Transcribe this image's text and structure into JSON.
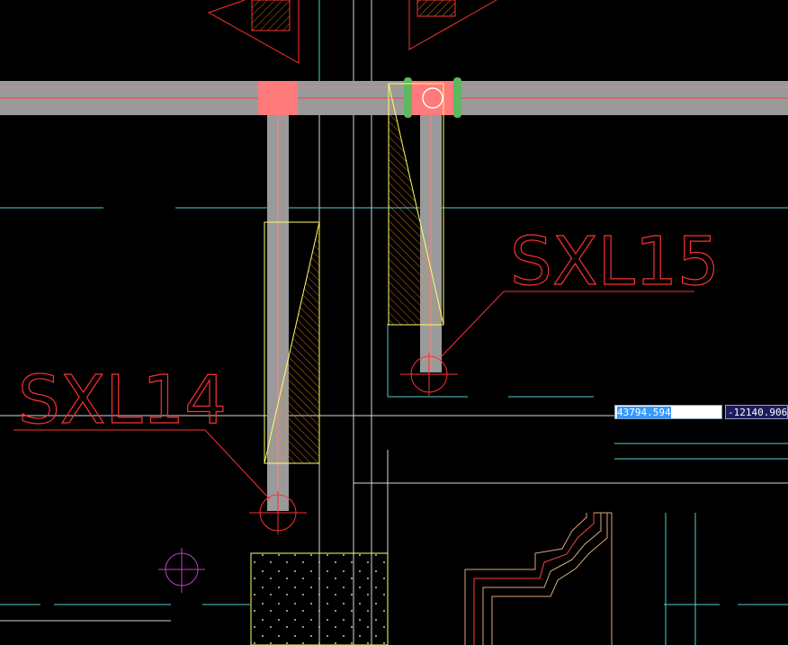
{
  "labels": {
    "sxl14": "SXL14",
    "sxl15": "SXL15"
  },
  "dynamic_input": {
    "x_value": "43794.594",
    "y_value": "-12140.906"
  },
  "colors": {
    "background": "#000000",
    "wall": "#9a9a9a",
    "axis_line": "#ff4040",
    "column_fill": "#ff7a7a",
    "grip": "#5fb85f",
    "cyan_line": "#4fd1d1",
    "yellow_line": "#ffff66",
    "hatch": "#ff8c1a",
    "magenta": "#c040c0",
    "white_line": "#d8d8d8",
    "tan_line": "#d8a878"
  }
}
